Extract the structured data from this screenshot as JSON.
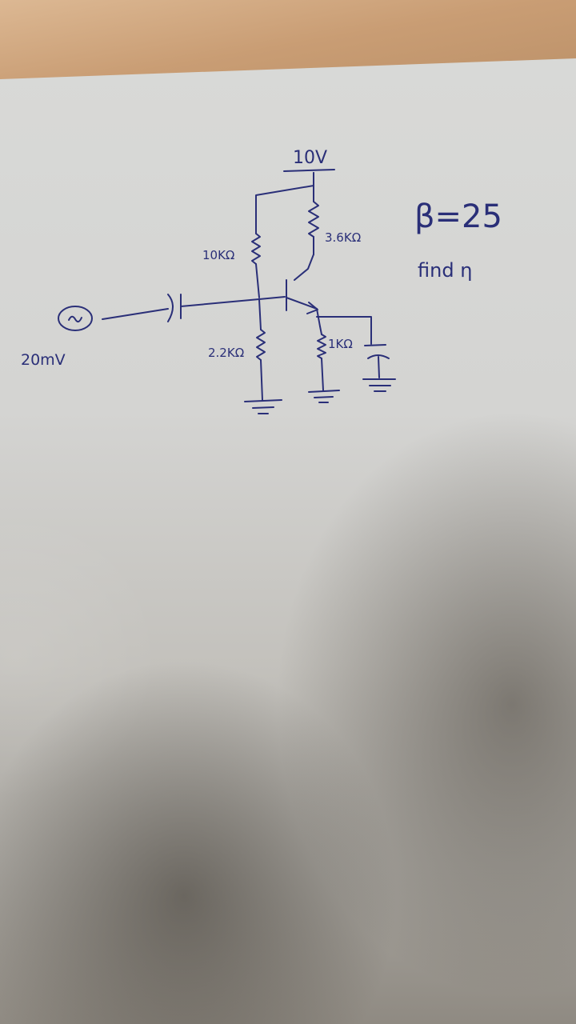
{
  "supply_label": "10V",
  "resistors": {
    "collector": "3.6KΩ",
    "base_top": "10KΩ",
    "base_bottom": "2.2KΩ",
    "emitter": "1KΩ"
  },
  "source_label": "20mV",
  "beta_label": "β=25",
  "task_label": "find η",
  "colors": {
    "ink": "#2a2f78",
    "paper": "#d7d7d5",
    "desk": "#c99d74"
  }
}
